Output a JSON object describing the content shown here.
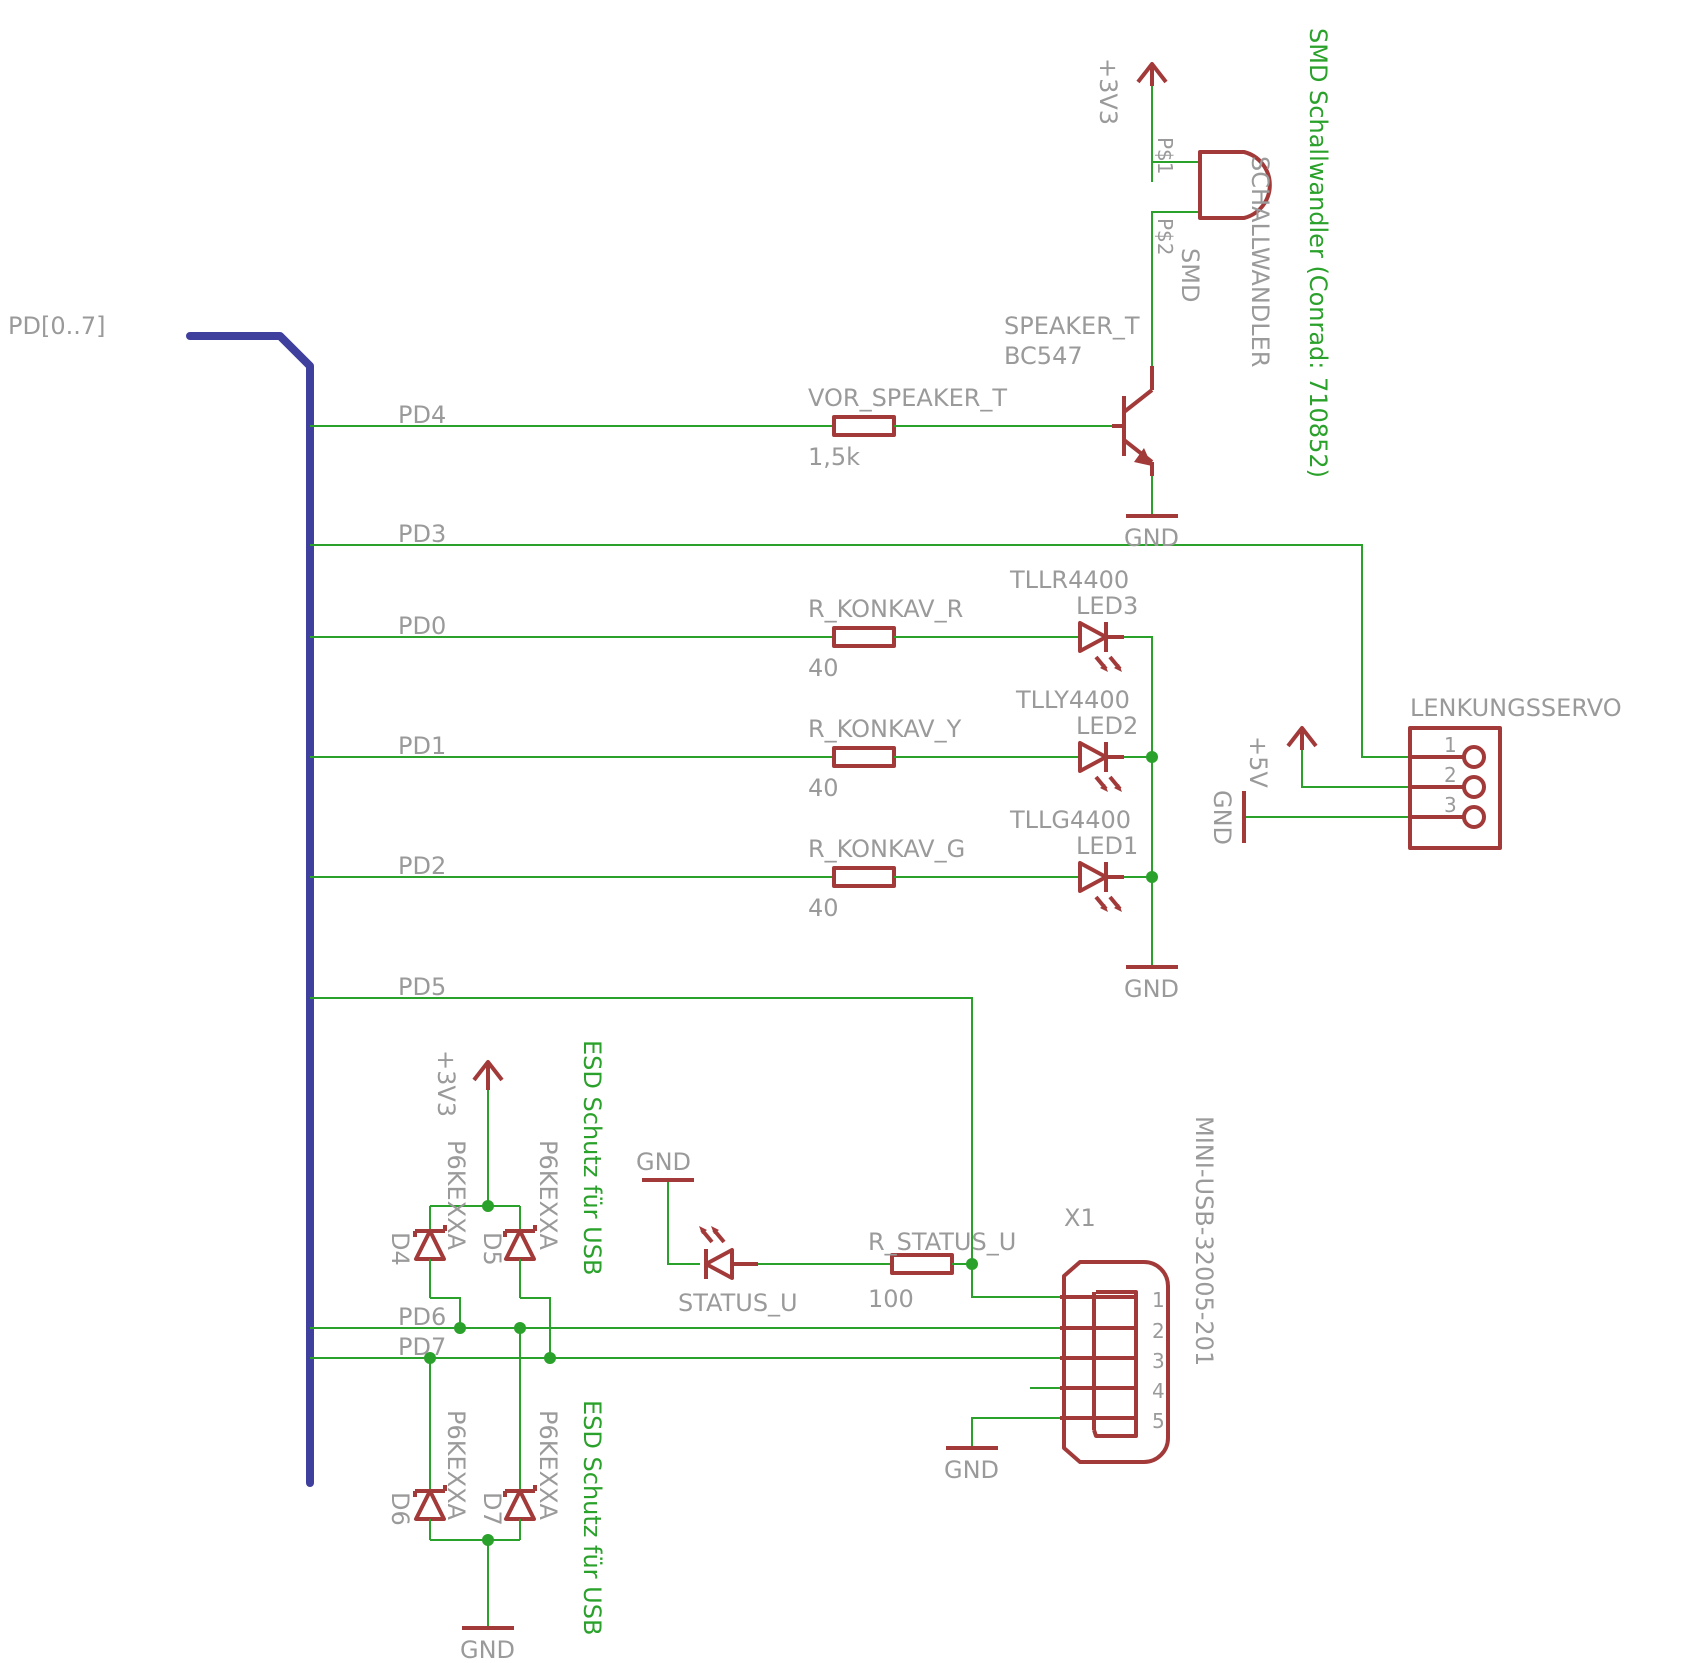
{
  "colors": {
    "wire": "#2aa12a",
    "bus": "#3f3f9e",
    "symbol": "#a33a3a",
    "label": "#9a9a9a",
    "note": "#2aa12a"
  },
  "bus": {
    "name": "PD[0..7]"
  },
  "nets": {
    "pd4": "PD4",
    "pd3": "PD3",
    "pd0": "PD0",
    "pd1": "PD1",
    "pd2": "PD2",
    "pd5": "PD5",
    "pd6": "PD6",
    "pd7": "PD7"
  },
  "power": {
    "v33": "+3V3",
    "v5": "+5V",
    "gnd": "GND"
  },
  "speaker": {
    "pin1": "P$1",
    "pin2": "P$2",
    "name": "SCHALLWANDLER",
    "value": "SMD",
    "note": "SMD Schallwandler (Conrad: 710852)"
  },
  "transistor": {
    "name": "SPEAKER_T",
    "value": "BC547"
  },
  "resistors": {
    "speaker": {
      "name": "VOR_SPEAKER_T",
      "value": "1,5k"
    },
    "red": {
      "name": "R_KONKAV_R",
      "value": "40"
    },
    "yellow": {
      "name": "R_KONKAV_Y",
      "value": "40"
    },
    "green": {
      "name": "R_KONKAV_G",
      "value": "40"
    },
    "status": {
      "name": "R_STATUS_U",
      "value": "100"
    }
  },
  "leds": {
    "led3": {
      "name": "LED3",
      "value": "TLLR4400"
    },
    "led2": {
      "name": "LED2",
      "value": "TLLY4400"
    },
    "led1": {
      "name": "LED1",
      "value": "TLLG4400"
    },
    "status": {
      "name": "STATUS_U"
    }
  },
  "servo": {
    "name": "LENKUNGSSERVO",
    "pins": [
      "1",
      "2",
      "3"
    ]
  },
  "usb": {
    "name": "X1",
    "value": "MINI-USB-32005-201",
    "pins": [
      "1",
      "2",
      "3",
      "4",
      "5"
    ]
  },
  "tvs": {
    "d4": "D4",
    "d5": "D5",
    "d6": "D6",
    "d7": "D7",
    "value": "P6KEXXA",
    "note": "ESD Schutz für USB"
  }
}
